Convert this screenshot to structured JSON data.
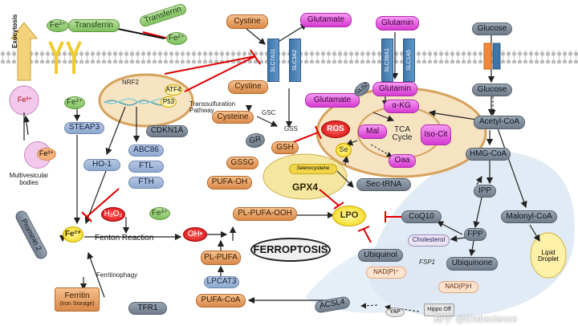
{
  "iron": {
    "fe3_transferrin": "Fe³⁺",
    "transferrin": "Transferrin",
    "transferrin_out": "Transferrin",
    "fe2_out": "Fe²⁺",
    "exocytosis": "Exocytosis",
    "fe3_vesicle": "Fe³⁺",
    "fe3_mvb": "Fe³⁺",
    "mvb_label": "Multivesicular bodies",
    "fe3_endosome": "Fe³⁺",
    "steap3": "STEAP3",
    "ho1": "HO-1",
    "abcb6": "ABC86",
    "ftl": "FTL",
    "fth": "FTH",
    "prominin": "Prominin 2",
    "fe2_pool": "Fe²⁺",
    "h2o2": "H₂O₂",
    "fe3_fenton": "Fe³⁺",
    "fenton": "Fenton Reaction",
    "oh": "OH•",
    "ferritin": "Ferritin",
    "ferritin_sub": "(Iron Storage)",
    "ferritinophagy": "Ferritinophagy",
    "tfr1": "TFR1"
  },
  "mito_left": {
    "nrf2": "NRF2",
    "atf4": "ATF4",
    "p53": "P53",
    "cdkn1a": "CDKN1A"
  },
  "cystine_axis": {
    "cystine_out": "Cystine",
    "glutamate_out": "Glutamate",
    "slc7a11": "SLC7A11",
    "slc3a2": "SLC3A2",
    "cystine_in": "Cystine",
    "glutamate_in": "Glutamate",
    "transsulfuration": "Transsulfuration Pathway",
    "cysteine": "Cysteine",
    "gsc": "GSC",
    "gss": "GSS",
    "gsh": "GSH",
    "gr": "GR",
    "gssg": "GSSG",
    "pufa_oh": "PUFA-OH",
    "gpx4": "GPX4",
    "selenocysteine": "Selenocysteine",
    "pl_pufa_ooh": "PL-PUFA-OOH",
    "pl_pufa": "PL-PUFA",
    "lpcat3": "LPCAT3",
    "pufa_coa": "PUFA-CoA",
    "acsl4": "ACSL4",
    "yap": "YAP",
    "hippo": "Hippo Off",
    "ferroptosis": "FERROPTOSIS",
    "lpo": "LPO",
    "ros": "ROS",
    "se": "Se",
    "sec_trna": "Sec-tRNA"
  },
  "glutamine_axis": {
    "glutamin_out": "Glutamin",
    "slc38a1": "SLC38A1",
    "slc1a5": "SLC1A5",
    "glutamin_in": "Glutamin",
    "gls2": "GLS2",
    "akg": "α-KG",
    "mal": "Mal",
    "iso_cit": "Iso-Cit",
    "oaa": "Oaa",
    "tca": "TCA Cycle"
  },
  "mevalonate": {
    "glucose_out": "Glucose",
    "glucose_in": "Glucose",
    "acetyl_coa": "Acetyl-CoA",
    "hmg_coa": "HMG-CoA",
    "ipp": "IPP",
    "fpp": "FPP",
    "coq10": "CoQ10",
    "cholesterol": "Cholesterol",
    "ubiquinol": "Ubiquinol",
    "ubiquinone": "Ubiquinone",
    "fsp1": "FSP1",
    "nadp_plus": "NAD(P)⁺",
    "nadph": "NAD(P)H",
    "malonyl_coa": "Malonyl-CoA",
    "lipid_droplet": "Lipid Droplet"
  },
  "watermark": "知乎 @Elabscience",
  "colors": {
    "inhibit": "#e00000",
    "arrow": "#222222",
    "membrane": "#c8c8c8"
  }
}
